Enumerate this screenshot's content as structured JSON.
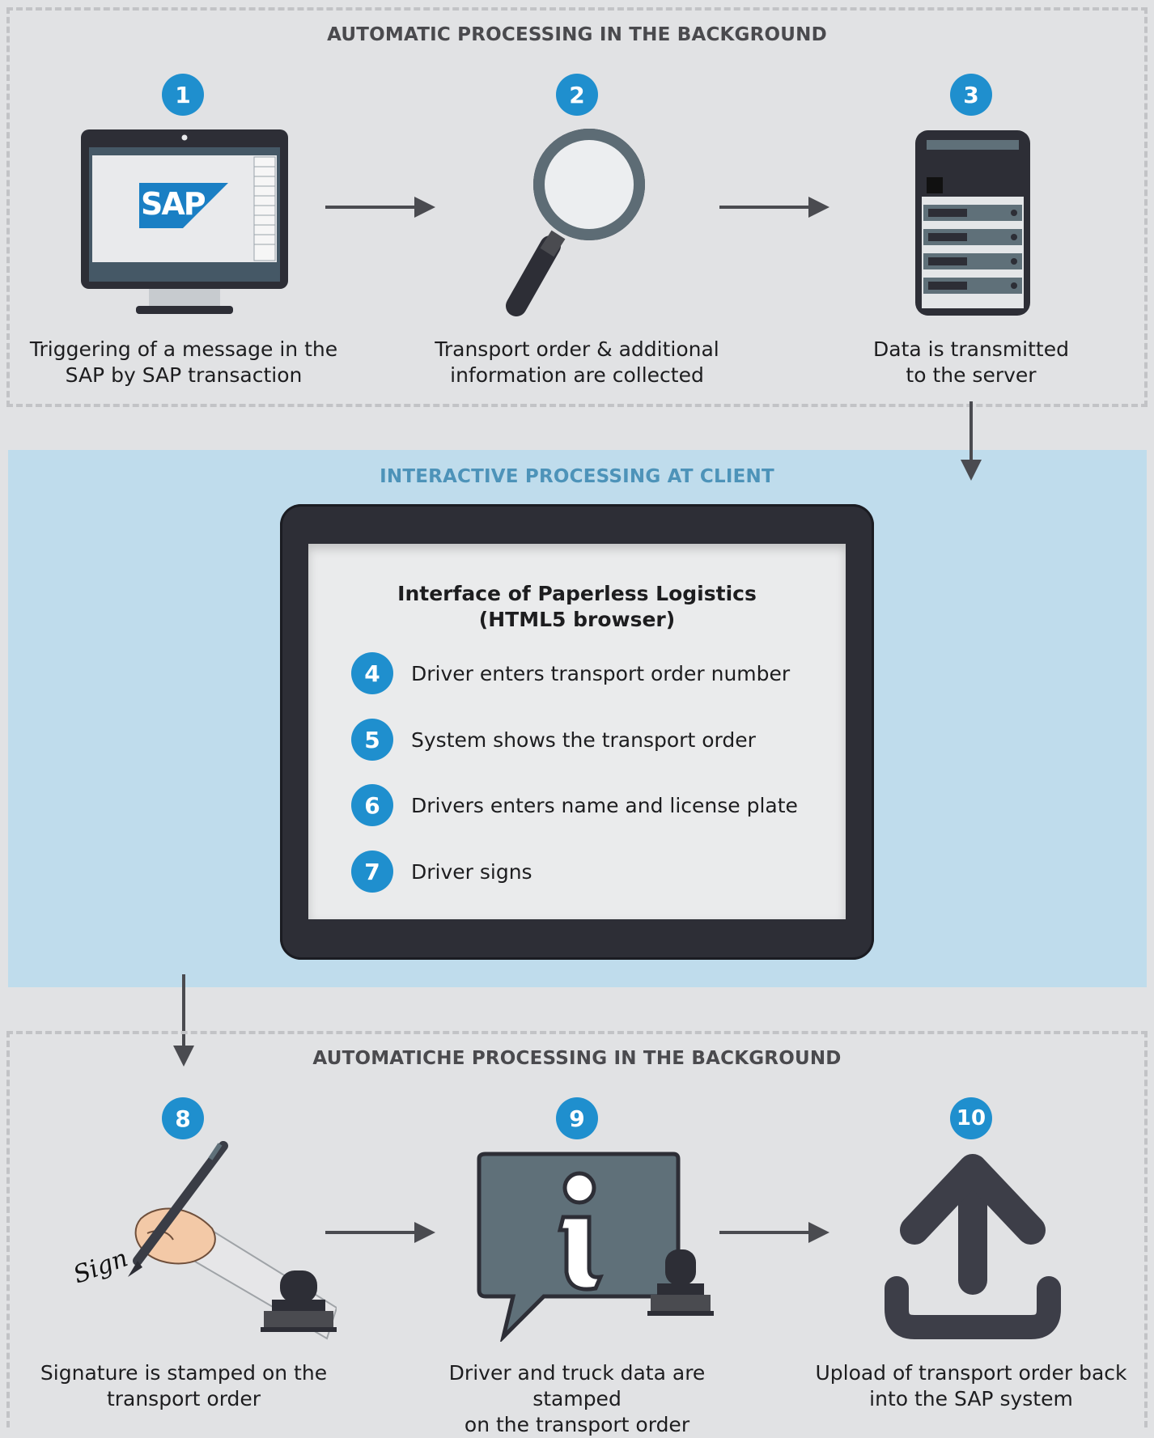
{
  "sections": {
    "top_title": "AUTOMATIC PROCESSING IN THE BACKGROUND",
    "middle_title": "INTERACTIVE PROCESSING AT CLIENT",
    "bottom_title": "AUTOMATICHE PROCESSING IN THE BACKGROUND"
  },
  "top_steps": [
    {
      "number": "1",
      "caption_line1": "Triggering of a message in the",
      "caption_line2": "SAP by SAP transaction",
      "icon": "sap-monitor-icon"
    },
    {
      "number": "2",
      "caption_line1": "Transport order & additional",
      "caption_line2": "information are collected",
      "icon": "magnifying-glass-icon"
    },
    {
      "number": "3",
      "caption_line1": "Data is transmitted",
      "caption_line2": "to the server",
      "icon": "server-icon"
    }
  ],
  "sap_logo_text": "SAP",
  "tablet": {
    "title_line1": "Interface of Paperless Logistics",
    "title_line2": "(HTML5 browser)",
    "steps": [
      {
        "number": "4",
        "text": "Driver enters transport order number"
      },
      {
        "number": "5",
        "text": "System shows the transport order"
      },
      {
        "number": "6",
        "text": "Drivers enters name and license plate"
      },
      {
        "number": "7",
        "text": "Driver signs"
      }
    ]
  },
  "bottom_steps": [
    {
      "number": "8",
      "caption_line1": "Signature is stamped on the",
      "caption_line2": "transport order",
      "icon": "signature-pen-icon"
    },
    {
      "number": "9",
      "caption_line1": "Driver and truck data are stamped",
      "caption_line2": "on the transport order",
      "icon": "info-bubble-icon"
    },
    {
      "number": "10",
      "caption_line1": "Upload of transport order back",
      "caption_line2": "into the SAP system",
      "icon": "upload-icon"
    }
  ],
  "signature_text": "Sign",
  "colors": {
    "accent": "#1f8fce",
    "band": "#bfdcec",
    "dark": "#2d2e36",
    "slate": "#5f7079"
  }
}
